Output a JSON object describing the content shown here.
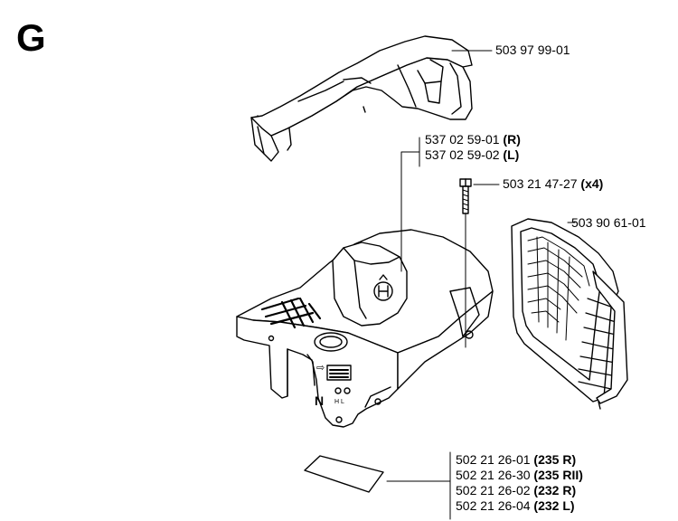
{
  "section_letter": "G",
  "parts": [
    {
      "number": "503 97 99-01",
      "suffix": ""
    },
    {
      "number": "537 02 59-01",
      "suffix": "(R)"
    },
    {
      "number": "537 02 59-02",
      "suffix": "(L)"
    },
    {
      "number": "503 21 47-27",
      "suffix": "(x4)"
    },
    {
      "number": "503 90 61-01",
      "suffix": ""
    },
    {
      "number": "502 21 26-01",
      "suffix": "(235 R)"
    },
    {
      "number": "502 21 26-30",
      "suffix": "(235 RII)"
    },
    {
      "number": "502 21 26-02",
      "suffix": "(232 R)"
    },
    {
      "number": "502 21 26-04",
      "suffix": "(232 L)"
    }
  ]
}
